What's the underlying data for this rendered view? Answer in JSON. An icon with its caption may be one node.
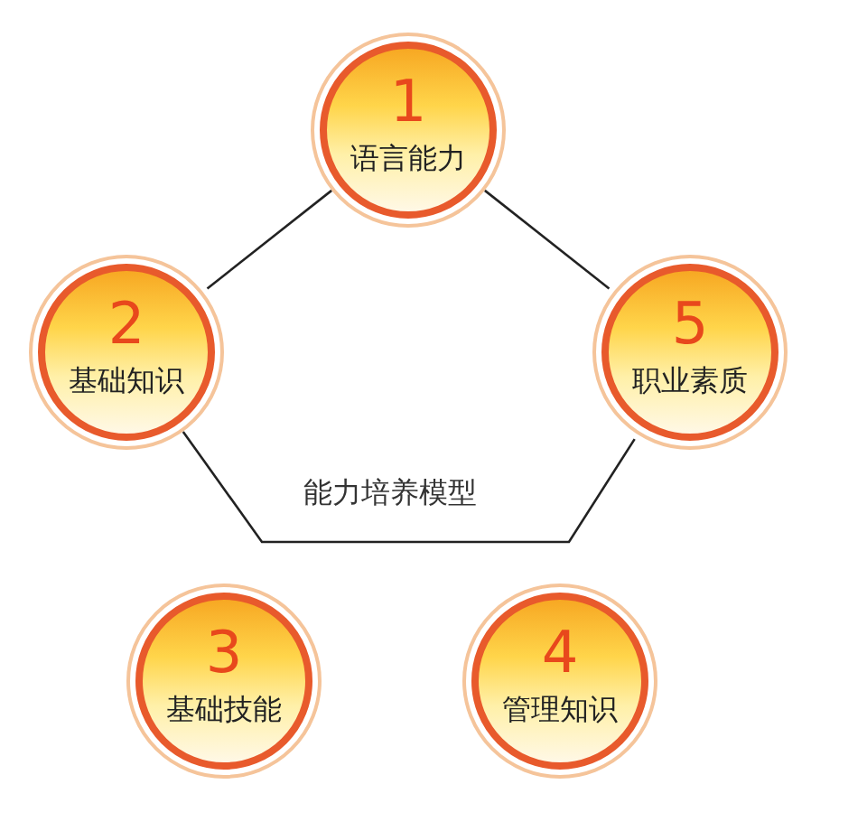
{
  "diagram": {
    "nodes": [
      {
        "text": [
          "1",
          "语言能力"
        ]
      },
      {
        "text": [
          "2",
          "基础知识"
        ]
      },
      {
        "text": [
          "5",
          "职业素质"
        ]
      },
      {
        "text": [
          "3",
          "基础技能"
        ]
      },
      {
        "text": [
          "4",
          "管理知识"
        ]
      }
    ],
    "edges": [
      {
        "from": 0,
        "to": 1,
        "arrow": "none"
      },
      {
        "from": 0,
        "to": 2,
        "arrow": "none"
      },
      {
        "from": 1,
        "to": 2,
        "arrow": "none"
      }
    ],
    "labels": [
      "能力培养模型"
    ]
  }
}
